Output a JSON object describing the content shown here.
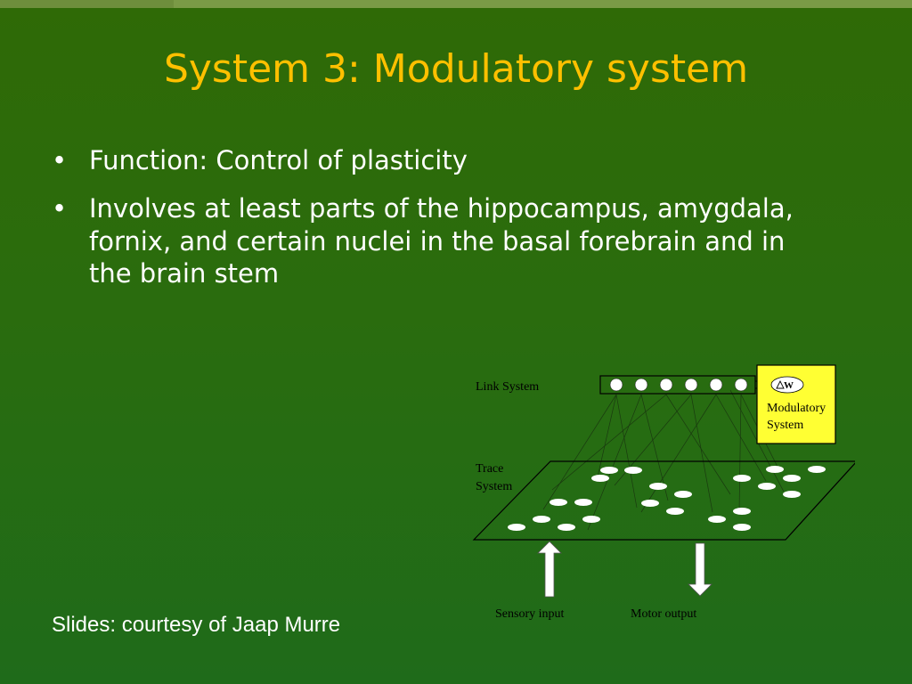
{
  "slide": {
    "title": "System 3: Modulatory system",
    "bullets": [
      "Function: Control of plasticity",
      "Involves at least parts of the hippocampus, amygdala, fornix, and certain nuclei in the basal forebrain and in the brain stem"
    ],
    "bullet_symbol": "•",
    "credit": "Slides: courtesy of Jaap Murre"
  },
  "diagram": {
    "link_system_label": "Link System",
    "trace_label_line1": "Trace",
    "trace_label_line2": "System",
    "modulatory_label_line1": "Modulatory",
    "modulatory_label_line2": "System",
    "delta_w_label": "W",
    "sensory_input_label": "Sensory input",
    "motor_output_label": "Motor output",
    "modulatory_box_color": "#ffff33",
    "node_color": "#ffffff"
  },
  "colors": {
    "title": "#ffc000",
    "text": "#ffffff",
    "background_top": "#2f6a06",
    "background_bottom": "#1f6b1a"
  }
}
